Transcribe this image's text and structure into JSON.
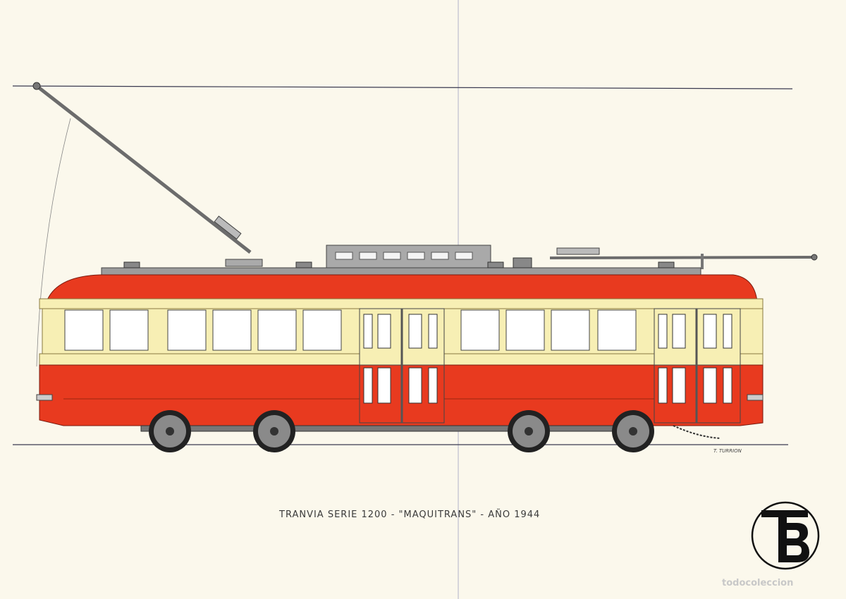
{
  "caption": "TRANVIA SERIE 1200 - \"MAQUITRANS\" - AÑO 1944",
  "signature": "T. TURRION",
  "watermark": "todocoleccion",
  "logo": {
    "letters": "TB",
    "icon": "tb-monogram-logo"
  },
  "colors": {
    "background": "#fbf8ec",
    "body_red": "#e83a1f",
    "cream_band": "#f7efb4",
    "roof_gray": "#9c9c9c",
    "line": "#3a3a50",
    "window": "#ffffff"
  }
}
